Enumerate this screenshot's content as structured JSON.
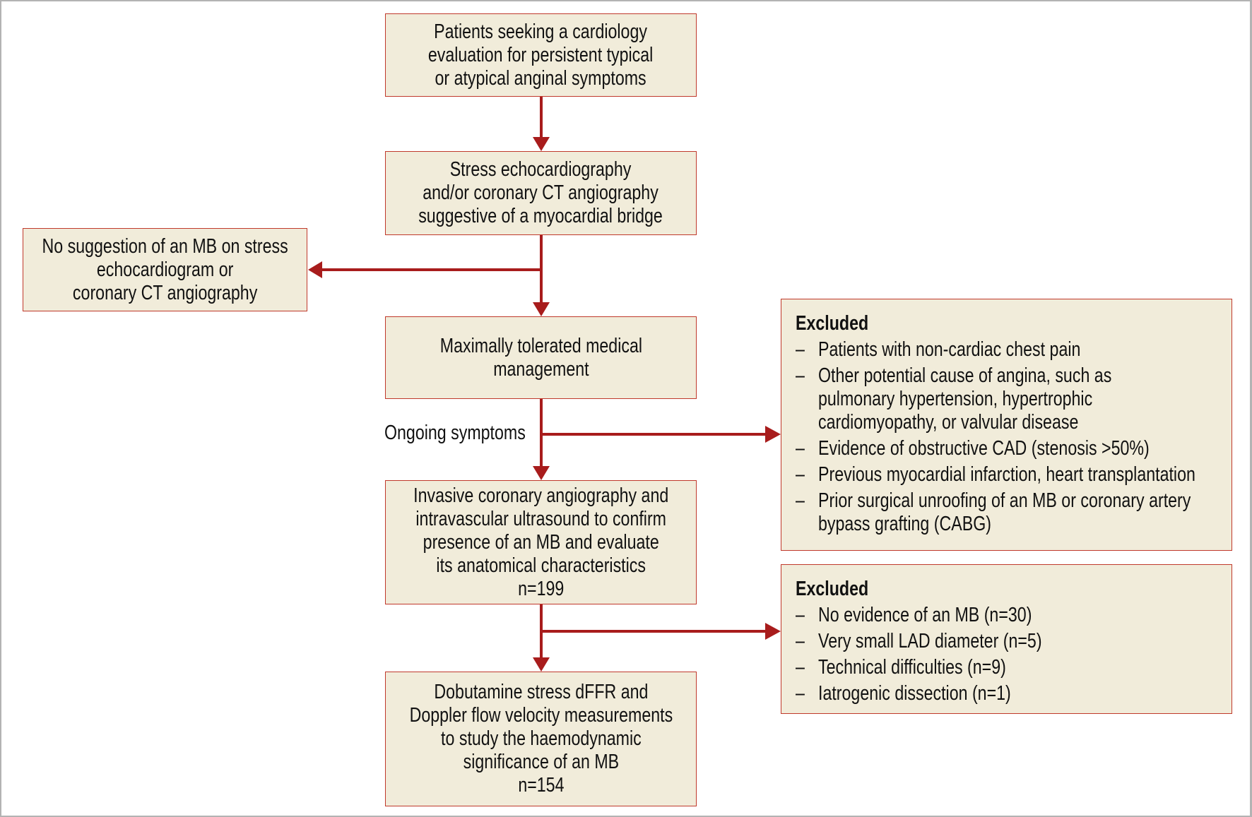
{
  "colors": {
    "box_fill": "#f1ecda",
    "box_border": "#c0392b",
    "arrow": "#a81c1c",
    "text": "#111111"
  },
  "boxes": {
    "referral": {
      "lines": [
        "Patients seeking a cardiology",
        "evaluation for persistent typical",
        "or atypical anginal symptoms"
      ]
    },
    "imaging": {
      "lines": [
        "Stress echocardiography",
        "and/or coronary CT angiography",
        "suggestive of a myocardial bridge"
      ]
    },
    "no_mb": {
      "lines": [
        "No suggestion of an MB on stress",
        "echocardiogram or",
        "coronary CT angiography"
      ]
    },
    "medical_management": {
      "lines": [
        "Maximally tolerated medical",
        "management"
      ]
    },
    "invasive": {
      "lines": [
        "Invasive coronary angiography and",
        "intravascular ultrasound to confirm",
        "presence of an MB and evaluate",
        "its anatomical characteristics"
      ],
      "n": "n=199"
    },
    "dobutamine": {
      "lines": [
        "Dobutamine stress dFFR and",
        "Doppler flow velocity measurements",
        "to study the haemodynamic",
        "significance of an MB"
      ],
      "n": "n=154"
    }
  },
  "ongoing_label": "Ongoing symptoms",
  "excluded_1": {
    "title": "Excluded",
    "dash": "–",
    "items": [
      {
        "lines": [
          "Patients with non-cardiac chest pain"
        ]
      },
      {
        "lines": [
          "Other potential cause of angina, such as",
          "pulmonary hypertension, hypertrophic",
          "cardiomyopathy, or valvular disease"
        ]
      },
      {
        "lines": [
          "Evidence of obstructive CAD (stenosis >50%)"
        ]
      },
      {
        "lines": [
          "Previous myocardial infarction, heart transplantation"
        ]
      },
      {
        "lines": [
          "Prior surgical unroofing of an MB or coronary artery",
          "bypass grafting (CABG)"
        ]
      }
    ]
  },
  "excluded_2": {
    "title": "Excluded",
    "dash": "–",
    "items": [
      {
        "lines": [
          "No evidence of an MB (n=30)"
        ]
      },
      {
        "lines": [
          "Very small LAD diameter (n=5)"
        ]
      },
      {
        "lines": [
          "Technical difficulties (n=9)"
        ]
      },
      {
        "lines": [
          "Iatrogenic dissection (n=1)"
        ]
      }
    ]
  }
}
